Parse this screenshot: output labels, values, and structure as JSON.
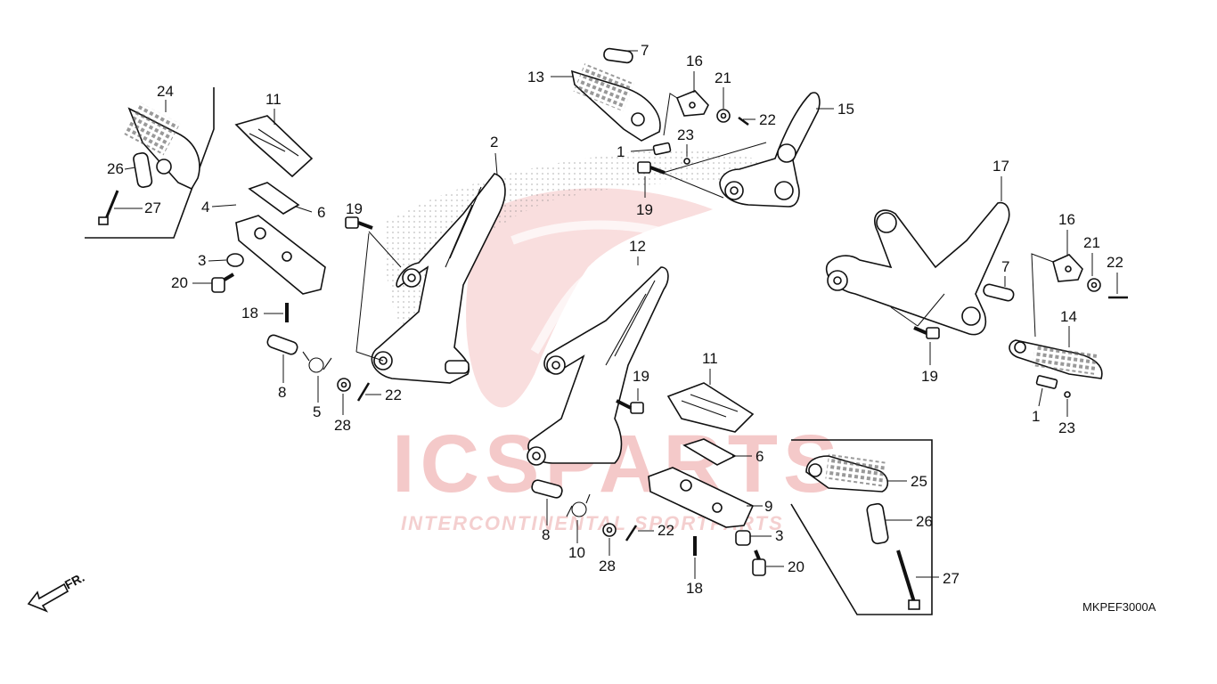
{
  "diagram_code": "MKPEF3000A",
  "front_marker": "FR.",
  "watermark": {
    "logo_text": "ICSPARTS",
    "tagline": "INTERCONTINENTAL SPORTPARTS",
    "color": "#f4c9c9"
  },
  "callouts": [
    {
      "id": "c24a",
      "label": "24"
    },
    {
      "id": "c26a",
      "label": "26"
    },
    {
      "id": "c27a",
      "label": "27"
    },
    {
      "id": "c11a",
      "label": "11"
    },
    {
      "id": "c6a",
      "label": "6"
    },
    {
      "id": "c4",
      "label": "4"
    },
    {
      "id": "c3a",
      "label": "3"
    },
    {
      "id": "c20a",
      "label": "20"
    },
    {
      "id": "c18a",
      "label": "18"
    },
    {
      "id": "c8a",
      "label": "8"
    },
    {
      "id": "c5",
      "label": "5"
    },
    {
      "id": "c28a",
      "label": "28"
    },
    {
      "id": "c22a",
      "label": "22"
    },
    {
      "id": "c19a",
      "label": "19"
    },
    {
      "id": "c2",
      "label": "2"
    },
    {
      "id": "c13",
      "label": "13"
    },
    {
      "id": "c7a",
      "label": "7"
    },
    {
      "id": "c16a",
      "label": "16"
    },
    {
      "id": "c21a",
      "label": "21"
    },
    {
      "id": "c22b",
      "label": "22"
    },
    {
      "id": "c15",
      "label": "15"
    },
    {
      "id": "c1a",
      "label": "1"
    },
    {
      "id": "c23a",
      "label": "23"
    },
    {
      "id": "c19b",
      "label": "19"
    },
    {
      "id": "c12",
      "label": "12"
    },
    {
      "id": "c19c",
      "label": "19"
    },
    {
      "id": "c11b",
      "label": "11"
    },
    {
      "id": "c6b",
      "label": "6"
    },
    {
      "id": "c9",
      "label": "9"
    },
    {
      "id": "c3b",
      "label": "3"
    },
    {
      "id": "c20b",
      "label": "20"
    },
    {
      "id": "c18b",
      "label": "18"
    },
    {
      "id": "c8b",
      "label": "8"
    },
    {
      "id": "c10",
      "label": "10"
    },
    {
      "id": "c28b",
      "label": "28"
    },
    {
      "id": "c22c",
      "label": "22"
    },
    {
      "id": "c17",
      "label": "17"
    },
    {
      "id": "c16b",
      "label": "16"
    },
    {
      "id": "c21b",
      "label": "21"
    },
    {
      "id": "c22d",
      "label": "22"
    },
    {
      "id": "c7b",
      "label": "7"
    },
    {
      "id": "c14",
      "label": "14"
    },
    {
      "id": "c19d",
      "label": "19"
    },
    {
      "id": "c1b",
      "label": "1"
    },
    {
      "id": "c23b",
      "label": "23"
    },
    {
      "id": "c25",
      "label": "25"
    },
    {
      "id": "c26b",
      "label": "26"
    },
    {
      "id": "c27b",
      "label": "27"
    }
  ]
}
